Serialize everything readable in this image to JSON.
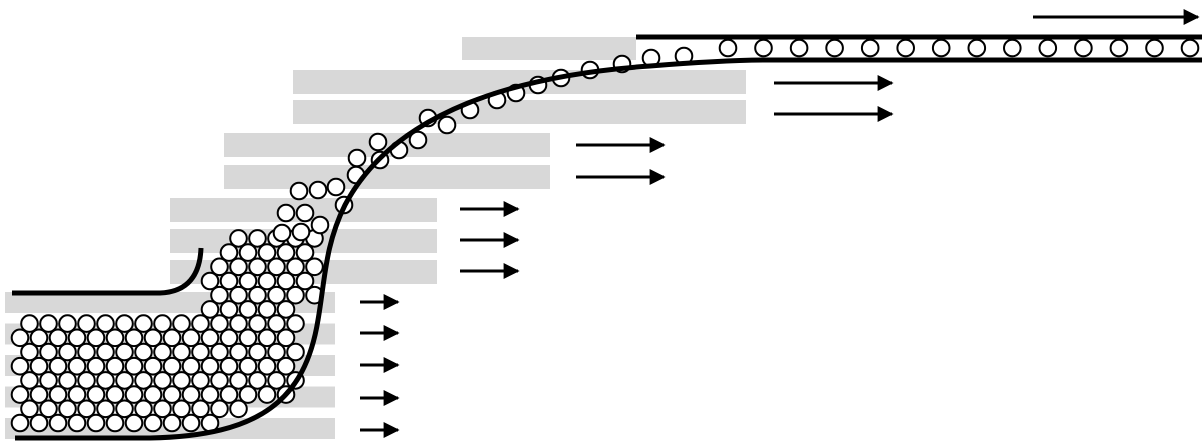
{
  "diagram": {
    "colors": {
      "background": "#ffffff",
      "bar": "#d8d8d8",
      "stroke": "#000000",
      "particle_fill": "#ffffff"
    },
    "stages": [
      {
        "name": "stage-1",
        "bar_count": 5,
        "arrow_count": 5
      },
      {
        "name": "stage-2",
        "bar_count": 3,
        "arrow_count": 3
      },
      {
        "name": "stage-3",
        "bar_count": 2,
        "arrow_count": 2
      },
      {
        "name": "stage-4",
        "bar_count": 2,
        "arrow_count": 2
      },
      {
        "name": "stage-5",
        "bar_count": 1,
        "arrow_count": 1
      }
    ],
    "particles_in_channel": 14
  }
}
